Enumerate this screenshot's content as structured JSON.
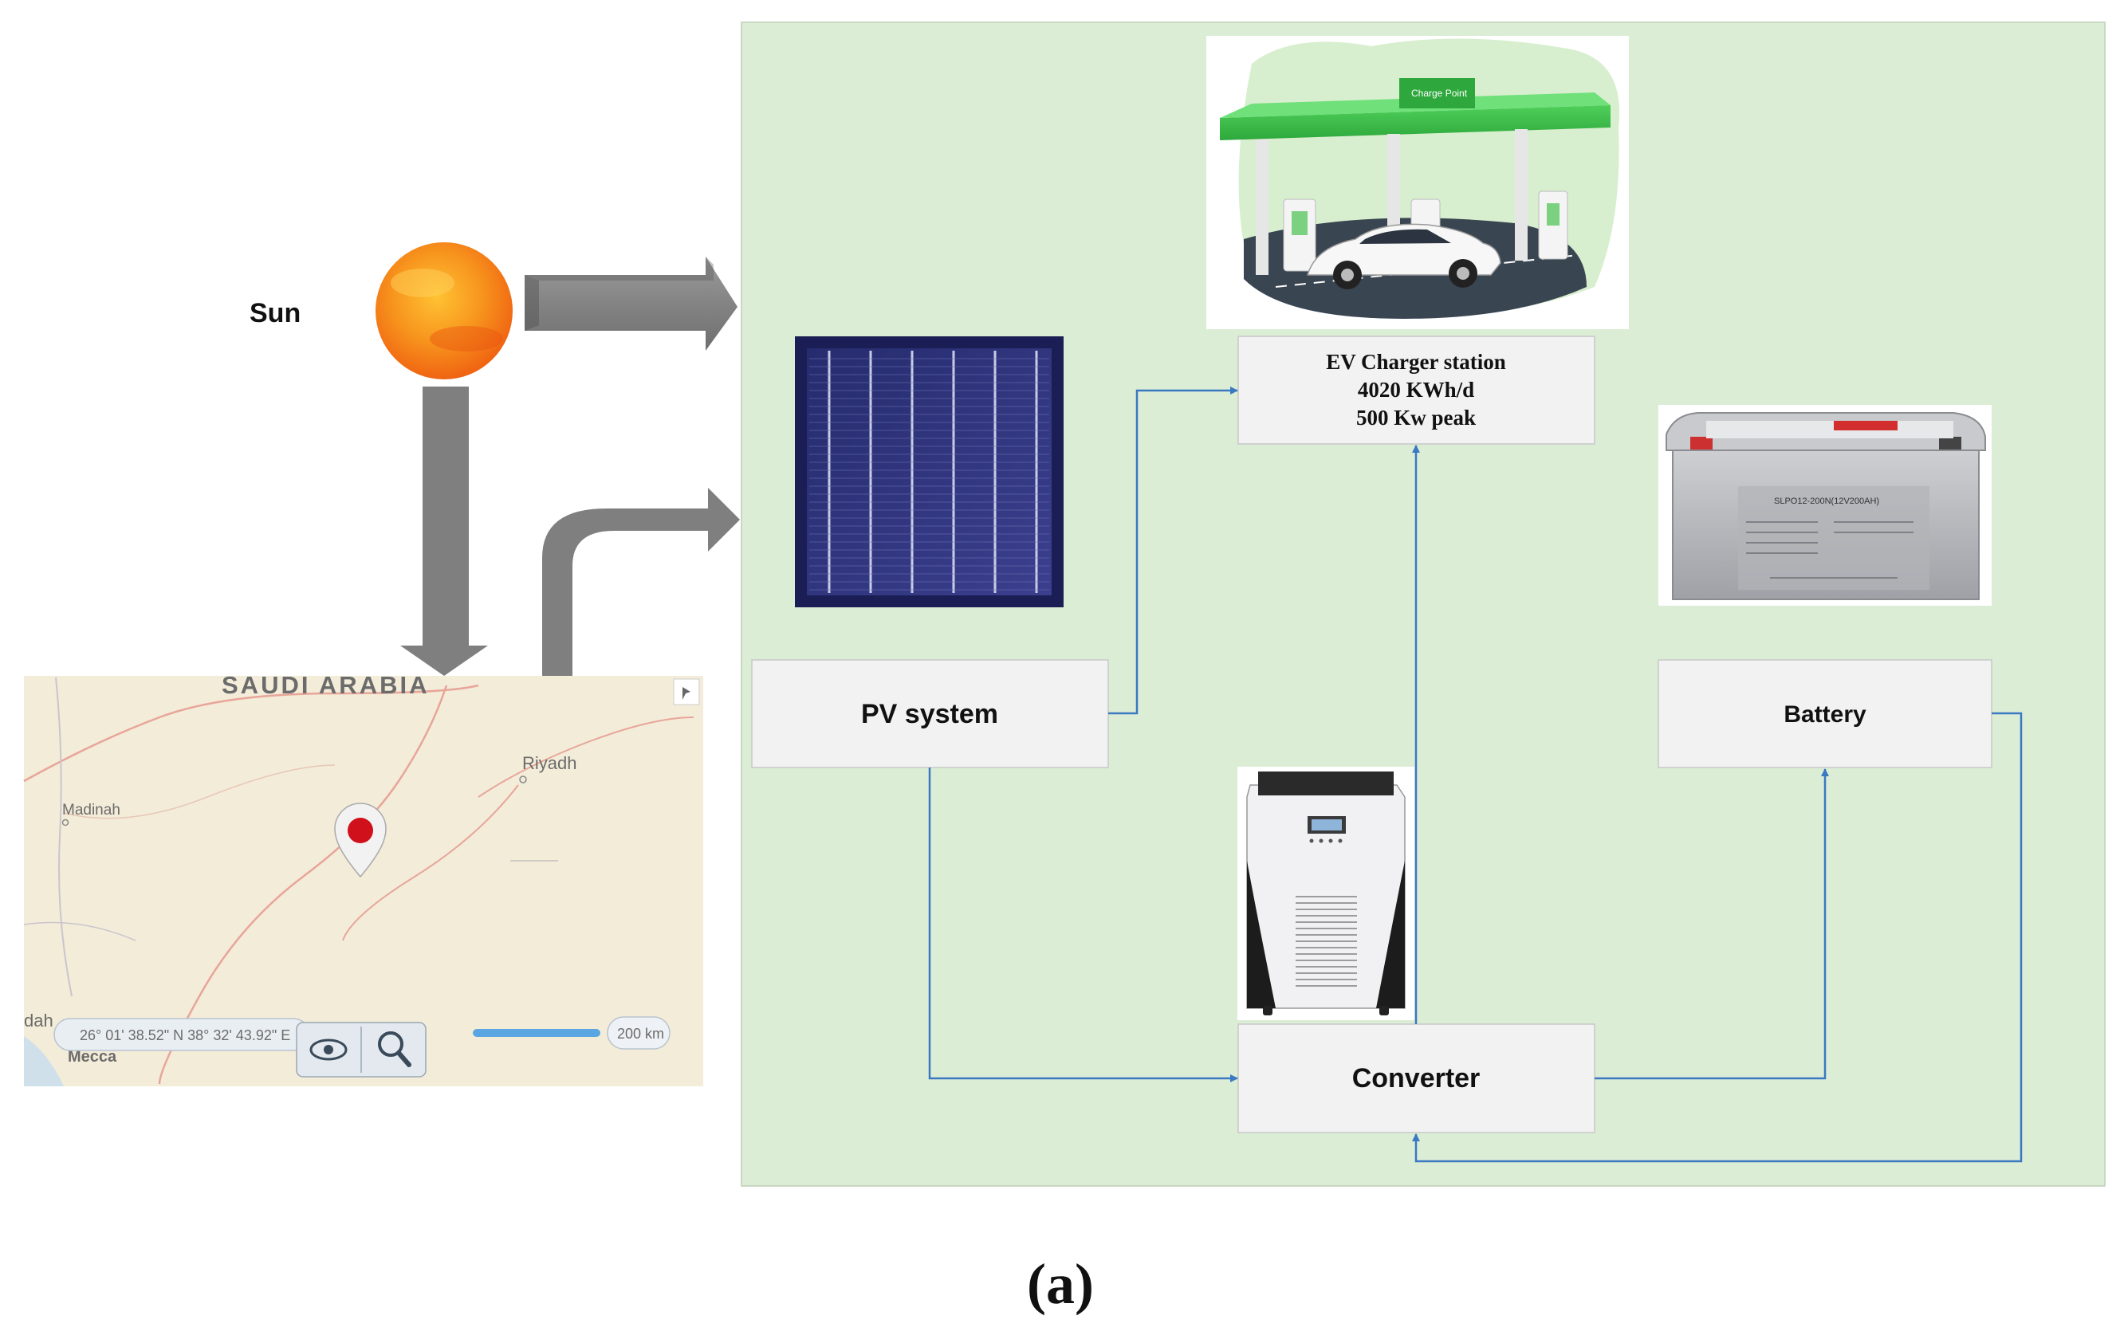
{
  "sun": {
    "label": "Sun"
  },
  "map": {
    "country": "SAUDI ARABIA",
    "cities": {
      "riyadh": "Riyadh",
      "madinah": "Madinah",
      "mecca": "Mecca",
      "jeddah_fragment": "dah"
    },
    "coordinates": "26° 01' 38.52\" N 38° 32' 43.92\" E",
    "scale": "200 km"
  },
  "nodes": {
    "ev_charger": {
      "line1": "EV Charger station",
      "line2": "4020 KWh/d",
      "line3": "500 Kw peak"
    },
    "pv_system": {
      "label": "PV system"
    },
    "battery": {
      "label": "Battery"
    },
    "converter": {
      "label": "Converter"
    }
  },
  "equipment": {
    "station_sign": "Charge Point",
    "battery_model": "SLPO12-200N(12V200AH)"
  },
  "caption": "(a)",
  "colors": {
    "panel_bg": "#dcedd6",
    "connector": "#3a78c2",
    "big_arrow": "#7f7f7f",
    "node_box": "#f2f2f2"
  }
}
